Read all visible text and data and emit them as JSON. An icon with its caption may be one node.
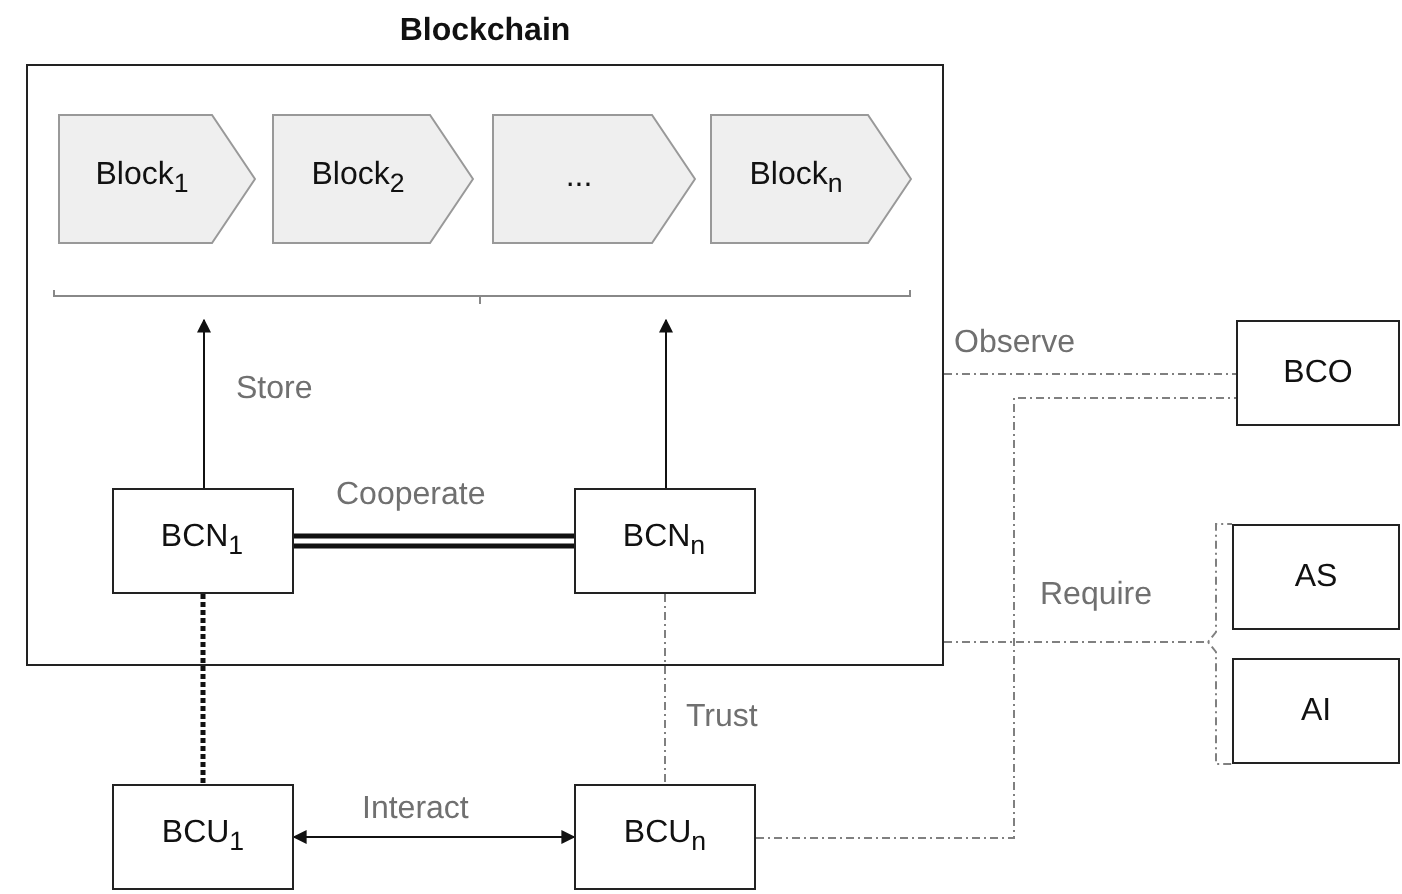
{
  "diagram": {
    "nodes": [
      {
        "text": [
          "Blockchain"
        ]
      },
      {
        "text": [
          "Block$_{1}$"
        ],
        "in": 0
      },
      {
        "text": [
          "Block$_{2}$"
        ],
        "in": 0
      },
      {
        "text": [
          "..."
        ],
        "in": 0
      },
      {
        "text": [
          "Block$_{n}$"
        ],
        "in": 0
      },
      {
        "text": [
          "BCN$_{1}$"
        ],
        "in": 0
      },
      {
        "text": [
          "BCN$_{n}$"
        ],
        "in": 0
      },
      {
        "text": [
          "BCU$_{1}$"
        ]
      },
      {
        "text": [
          "BCU$_{n}$"
        ]
      },
      {
        "text": [
          "BCO"
        ]
      },
      {
        "text": [
          "AS"
        ]
      },
      {
        "text": [
          "AI"
        ]
      }
    ],
    "edges": [
      {
        "from": 5,
        "to": null,
        "arrow": "to",
        "label": "Store"
      },
      {
        "from": 6,
        "to": null,
        "arrow": "to"
      },
      {
        "from": 5,
        "to": 6,
        "arrow": "none",
        "label": "Cooperate",
        "style": "thick"
      },
      {
        "from": 5,
        "to": 7,
        "arrow": "none",
        "style": "dashed"
      },
      {
        "from": 6,
        "to": 8,
        "arrow": "none",
        "label": "Trust",
        "style": "dashed",
        "color": "#808080"
      },
      {
        "from": 7,
        "to": 8,
        "arrow": "both",
        "label": "Interact"
      },
      {
        "from": 0,
        "to": 9,
        "arrow": "none",
        "label": "Observe",
        "style": "dashed",
        "color": "#808080"
      },
      {
        "from": 8,
        "to": 9,
        "arrow": "none",
        "style": "dashed",
        "color": "#808080"
      },
      {
        "from": 0,
        "to": 10,
        "arrow": "none",
        "label": "Require",
        "style": "dashed",
        "color": "#808080"
      },
      {
        "from": 0,
        "to": 11,
        "arrow": "none",
        "style": "dashed",
        "color": "#808080"
      }
    ]
  }
}
